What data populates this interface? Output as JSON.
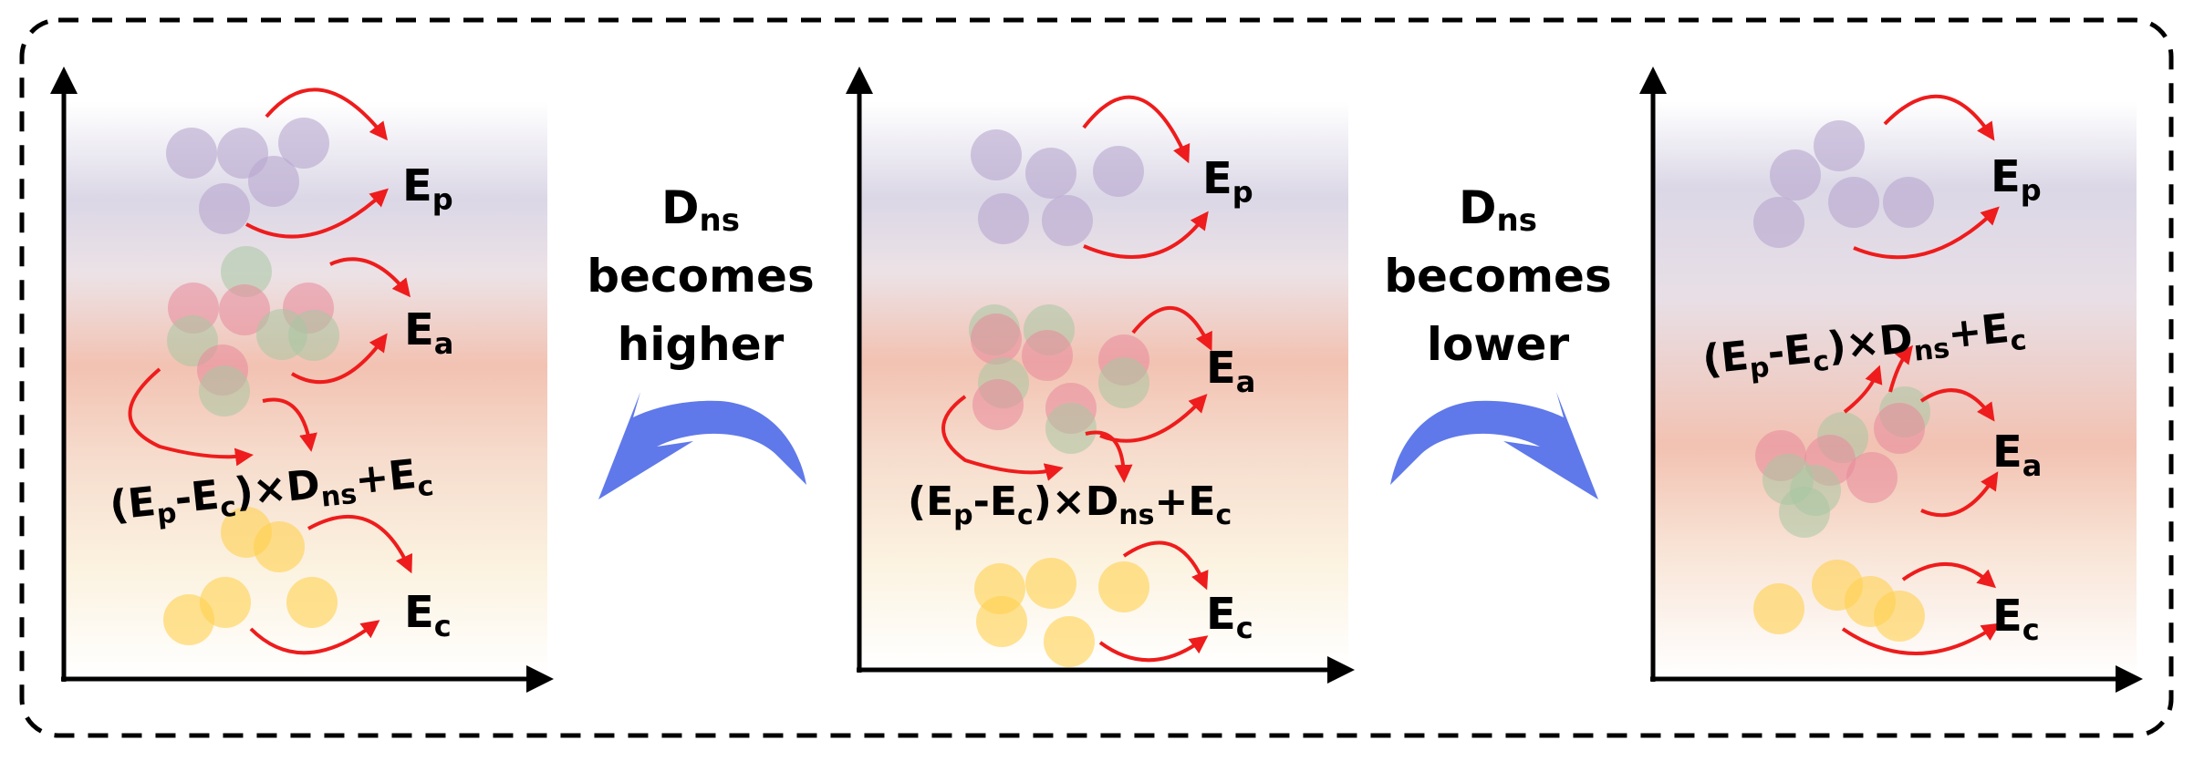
{
  "panels": [
    {
      "energy_p": {
        "base": "E",
        "sub": "p"
      },
      "energy_a": {
        "base": "E",
        "sub": "a"
      },
      "energy_c": {
        "base": "E",
        "sub": "c"
      },
      "formula": {
        "open": "(E",
        "sub_p": "p",
        "minus": "-E",
        "sub_c1": "c",
        "times": ")×D",
        "sub_ns": "ns",
        "plus": "+E",
        "sub_c2": "c"
      }
    },
    {
      "energy_p": {
        "base": "E",
        "sub": "p"
      },
      "energy_a": {
        "base": "E",
        "sub": "a"
      },
      "energy_c": {
        "base": "E",
        "sub": "c"
      },
      "formula": {
        "open": "(E",
        "sub_p": "p",
        "minus": "-E",
        "sub_c1": "c",
        "times": ")×D",
        "sub_ns": "ns",
        "plus": "+E",
        "sub_c2": "c"
      }
    },
    {
      "energy_p": {
        "base": "E",
        "sub": "p"
      },
      "energy_a": {
        "base": "E",
        "sub": "a"
      },
      "energy_c": {
        "base": "E",
        "sub": "c"
      },
      "formula": {
        "open": "(E",
        "sub_p": "p",
        "minus": "-E",
        "sub_c1": "c",
        "times": ")×D",
        "sub_ns": "ns",
        "plus": "+E",
        "sub_c2": "c"
      }
    }
  ],
  "transitions": [
    {
      "symbol": "D",
      "symbol_sub": "ns",
      "line1": "becomes",
      "line2": "higher"
    },
    {
      "symbol": "D",
      "symbol_sub": "ns",
      "line1": "becomes",
      "line2": "lower"
    }
  ],
  "colors": {
    "particle_p": "#b7a6cf",
    "particle_a_red": "#e8889a",
    "particle_a_green": "#a7c7a2",
    "particle_c": "#ffd04f",
    "arrow": "#ee1c1c",
    "transition_arrow": "#5f79ea",
    "frame": "#000000"
  }
}
